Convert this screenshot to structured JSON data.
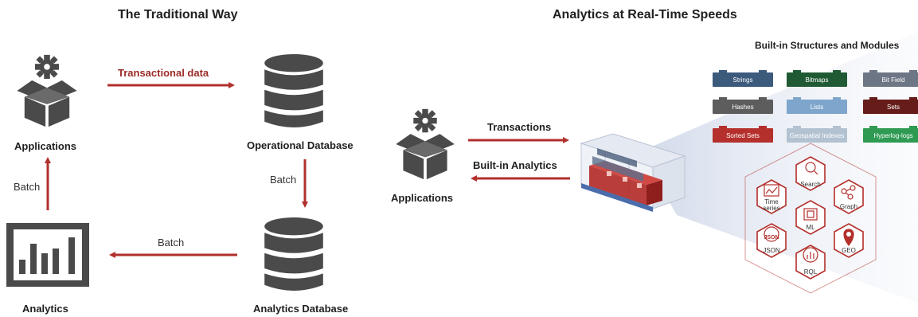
{
  "left": {
    "title": "The Traditional Way",
    "applications_label": "Applications",
    "operational_db_label": "Operational Database",
    "analytics_db_label": "Analytics Database",
    "analytics_label": "Analytics",
    "transactional_data_label": "Transactional data",
    "batch_down_label": "Batch",
    "batch_left_label": "Batch",
    "batch_up_label": "Batch"
  },
  "right": {
    "title": "Analytics at Real-Time Speeds",
    "applications_label": "Applications",
    "transactions_label": "Transactions",
    "builtin_analytics_label": "Built-in Analytics",
    "structures_title": "Built-in Structures and Modules",
    "structures": [
      {
        "label": "Strings",
        "color": "#3c5a7c"
      },
      {
        "label": "Bitmaps",
        "color": "#1f5a34"
      },
      {
        "label": "Bit Field",
        "color": "#6d7684"
      },
      {
        "label": "Hashes",
        "color": "#5d5d5d"
      },
      {
        "label": "Lists",
        "color": "#7ea6cc"
      },
      {
        "label": "Sets",
        "color": "#661d1a"
      },
      {
        "label": "Sorted Sets",
        "color": "#b5302c"
      },
      {
        "label": "Geospatial Indexes",
        "color": "#b2c2d1"
      },
      {
        "label": "Hyperlog-logs",
        "color": "#2e9a52"
      }
    ],
    "modules": [
      {
        "label": "Search",
        "icon": "search-icon"
      },
      {
        "label": "Time series",
        "icon": "time-series-icon"
      },
      {
        "label": "Graph",
        "icon": "graph-icon"
      },
      {
        "label": "ML",
        "icon": "ml-icon"
      },
      {
        "label": "JSON",
        "icon": "json-icon"
      },
      {
        "label": "GEO",
        "icon": "geo-icon"
      },
      {
        "label": "RQL",
        "icon": "rql-icon"
      }
    ]
  },
  "colors": {
    "arrow_red": "#b1302c",
    "icon_dark": "#4a4a4a",
    "hex_red": "#b32f2b"
  }
}
